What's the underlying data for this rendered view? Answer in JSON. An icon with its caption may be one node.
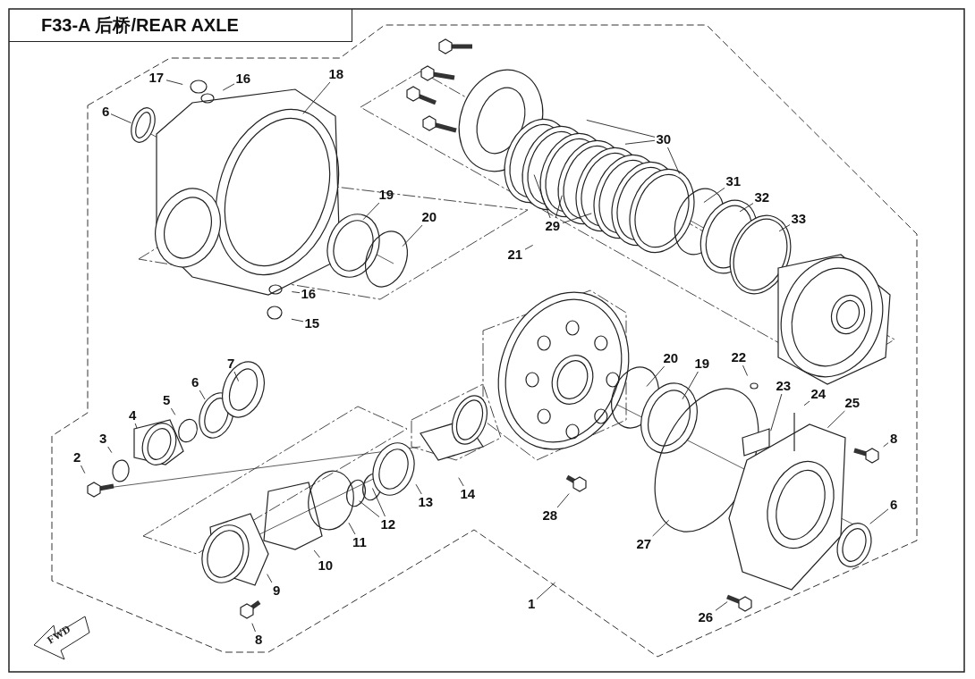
{
  "diagram": {
    "title": "F33-A 后桥/REAR AXLE",
    "nodes": [
      {
        "text": [
          "17"
        ]
      },
      {
        "text": [
          "16"
        ]
      },
      {
        "text": [
          "18"
        ]
      },
      {
        "text": [
          "6"
        ]
      },
      {
        "text": [
          "30"
        ]
      },
      {
        "text": [
          "19"
        ]
      },
      {
        "text": [
          "20"
        ]
      },
      {
        "text": [
          "31"
        ]
      },
      {
        "text": [
          "32"
        ]
      },
      {
        "text": [
          "29"
        ]
      },
      {
        "text": [
          "33"
        ]
      },
      {
        "text": [
          "21"
        ]
      },
      {
        "text": [
          "16"
        ]
      },
      {
        "text": [
          "15"
        ]
      },
      {
        "text": [
          "7"
        ]
      },
      {
        "text": [
          "20"
        ]
      },
      {
        "text": [
          "19"
        ]
      },
      {
        "text": [
          "22"
        ]
      },
      {
        "text": [
          "6"
        ]
      },
      {
        "text": [
          "23"
        ]
      },
      {
        "text": [
          "24"
        ]
      },
      {
        "text": [
          "25"
        ]
      },
      {
        "text": [
          "5"
        ]
      },
      {
        "text": [
          "4"
        ]
      },
      {
        "text": [
          "8"
        ]
      },
      {
        "text": [
          "3"
        ]
      },
      {
        "text": [
          "2"
        ]
      },
      {
        "text": [
          "14"
        ]
      },
      {
        "text": [
          "13"
        ]
      },
      {
        "text": [
          "6"
        ]
      },
      {
        "text": [
          "28"
        ]
      },
      {
        "text": [
          "12"
        ]
      },
      {
        "text": [
          "11"
        ]
      },
      {
        "text": [
          "10"
        ]
      },
      {
        "text": [
          "27"
        ]
      },
      {
        "text": [
          "9"
        ]
      },
      {
        "text": [
          "1"
        ]
      },
      {
        "text": [
          "26"
        ]
      },
      {
        "text": [
          "8"
        ]
      }
    ],
    "edges": [
      {
        "from": 0,
        "to": null,
        "arrow": "none"
      },
      {
        "from": 1,
        "to": null,
        "arrow": "none"
      },
      {
        "from": 2,
        "to": null,
        "arrow": "none"
      },
      {
        "from": 3,
        "to": null,
        "arrow": "none"
      },
      {
        "from": 4,
        "to": null,
        "arrow": "none"
      },
      {
        "from": 4,
        "to": null,
        "arrow": "none"
      },
      {
        "from": 4,
        "to": null,
        "arrow": "none"
      },
      {
        "from": 5,
        "to": null,
        "arrow": "none"
      },
      {
        "from": 6,
        "to": null,
        "arrow": "none"
      },
      {
        "from": 7,
        "to": null,
        "arrow": "none"
      },
      {
        "from": 8,
        "to": null,
        "arrow": "none"
      },
      {
        "from": 9,
        "to": null,
        "arrow": "none"
      },
      {
        "from": 9,
        "to": null,
        "arrow": "none"
      },
      {
        "from": 9,
        "to": null,
        "arrow": "none"
      },
      {
        "from": 10,
        "to": null,
        "arrow": "none"
      },
      {
        "from": 11,
        "to": null,
        "arrow": "none"
      },
      {
        "from": 12,
        "to": null,
        "arrow": "none"
      },
      {
        "from": 13,
        "to": null,
        "arrow": "none"
      },
      {
        "from": 14,
        "to": null,
        "arrow": "none"
      },
      {
        "from": 15,
        "to": null,
        "arrow": "none"
      },
      {
        "from": 16,
        "to": null,
        "arrow": "none"
      },
      {
        "from": 17,
        "to": null,
        "arrow": "none"
      },
      {
        "from": 18,
        "to": null,
        "arrow": "none"
      },
      {
        "from": 19,
        "to": null,
        "arrow": "none"
      },
      {
        "from": 20,
        "to": null,
        "arrow": "none"
      },
      {
        "from": 21,
        "to": null,
        "arrow": "none"
      },
      {
        "from": 22,
        "to": null,
        "arrow": "none"
      },
      {
        "from": 23,
        "to": null,
        "arrow": "none"
      },
      {
        "from": 24,
        "to": null,
        "arrow": "none"
      },
      {
        "from": 25,
        "to": null,
        "arrow": "none"
      },
      {
        "from": 26,
        "to": null,
        "arrow": "none"
      },
      {
        "from": 27,
        "to": null,
        "arrow": "none"
      },
      {
        "from": 28,
        "to": null,
        "arrow": "none"
      },
      {
        "from": 29,
        "to": null,
        "arrow": "none"
      },
      {
        "from": 30,
        "to": null,
        "arrow": "none"
      },
      {
        "from": 31,
        "to": null,
        "arrow": "none"
      },
      {
        "from": 31,
        "to": null,
        "arrow": "none"
      },
      {
        "from": 32,
        "to": null,
        "arrow": "none"
      },
      {
        "from": 33,
        "to": null,
        "arrow": "none"
      },
      {
        "from": 34,
        "to": null,
        "arrow": "none"
      },
      {
        "from": 35,
        "to": null,
        "arrow": "none"
      },
      {
        "from": 36,
        "to": null,
        "arrow": "none"
      },
      {
        "from": 37,
        "to": null,
        "arrow": "none"
      },
      {
        "from": 38,
        "to": null,
        "arrow": "none"
      }
    ],
    "labels": [
      "FWD"
    ]
  }
}
